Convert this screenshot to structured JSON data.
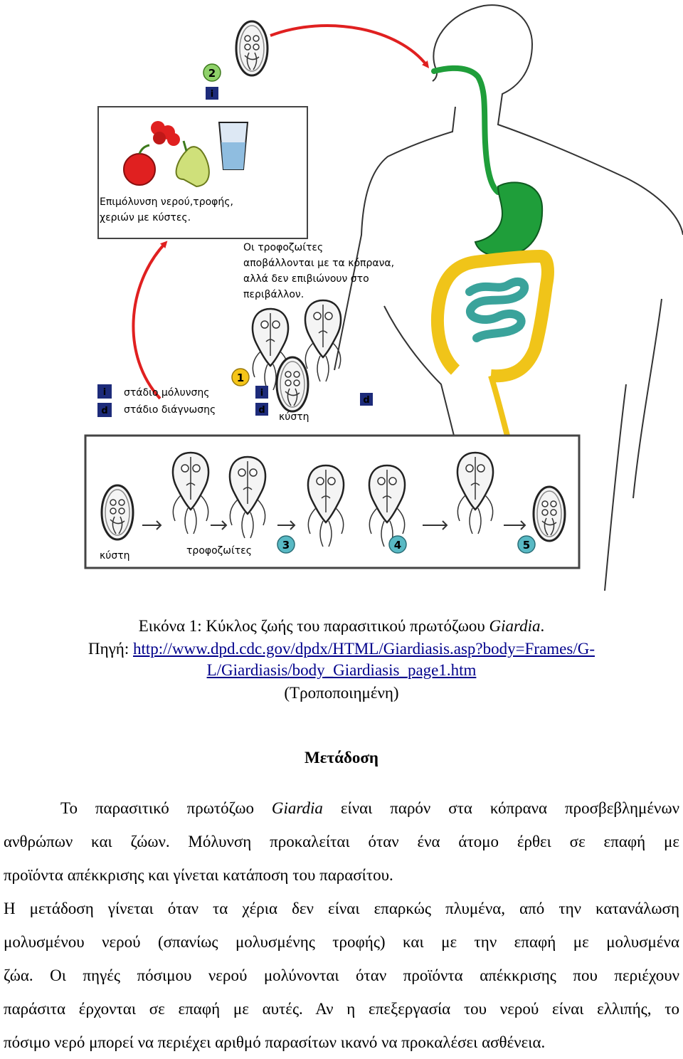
{
  "figure": {
    "contamination_label": [
      "Επιμόλυνση νερού,τροφής,",
      "χεριών με κύστες."
    ],
    "trophozoite_note": [
      "Οι τροφοζωίτες",
      "αποβάλλονται με τα κόπρανα,",
      "αλλά δεν επιβιώνουν στο",
      "περιβάλλον."
    ],
    "legend": {
      "infective_letter": "i",
      "infective_label": "στάδιο μόλυνσης",
      "diagnostic_letter": "d",
      "diagnostic_label": "στάδιο διάγνωσης"
    },
    "cyst_label_mid": "κύστη",
    "cyst_label_box": "κύστη",
    "trophozoite_label": "τροφοζωίτες",
    "steps": [
      "1",
      "2",
      "3",
      "4",
      "5"
    ],
    "colors": {
      "esophagus_stomach": "#1f9e3a",
      "small_intestine": "#3aa39b",
      "large_intestine": "#f0c419",
      "arrow_red": "#e02020",
      "step_green": "#8fd16a",
      "step_teal": "#58b9c4",
      "step_yellow": "#f5c518",
      "legend_navy": "#1d2b7a"
    }
  },
  "caption": {
    "line1_prefix": "Εικόνα 1: Κύκλος ζωής του παρασιτικού πρωτόζωου ",
    "line1_italic": "Giardia",
    "line1_suffix": ".",
    "line2_prefix": "Πηγή: ",
    "line2_link": "http://www.dpd.cdc.gov/dpdx/HTML/Giardiasis.asp?body=Frames/G-",
    "line3_link": "L/Giardiasis/body_Giardiasis_page1.htm",
    "line4": "(Τροποποιημένη)"
  },
  "heading": "Μετάδοση",
  "para1": {
    "l1_a": "Το παρασιτικό πρωτόζωο ",
    "l1_italic": "Giardia",
    "l1_b": " είναι παρόν στα κόπρανα προσβεβλημένων",
    "l2": "ανθρώπων και ζώων. Μόλυνση προκαλείται όταν ένα άτομο έρθει σε επαφή με",
    "l3": "προϊόντα απέκκρισης και γίνεται κατάποση του παρασίτου."
  },
  "para2": {
    "l1": "Η μετάδοση γίνεται όταν τα χέρια δεν είναι επαρκώς πλυμένα, από την κατανάλωση",
    "l2": "μολυσμένου νερού (σπανίως μολυσμένης τροφής) και με την επαφή με μολυσμένα",
    "l3": "ζώα. Οι πηγές πόσιμου νερού μολύνονται όταν προϊόντα απέκκρισης που περιέχουν",
    "l4": "παράσιτα έρχονται σε επαφή με αυτές. Αν η επεξεργασία του νερού είναι ελλιπής, το",
    "l5": "πόσιμο νερό μπορεί να περιέχει αριθμό παρασίτων ικανό να προκαλέσει ασθένεια."
  }
}
